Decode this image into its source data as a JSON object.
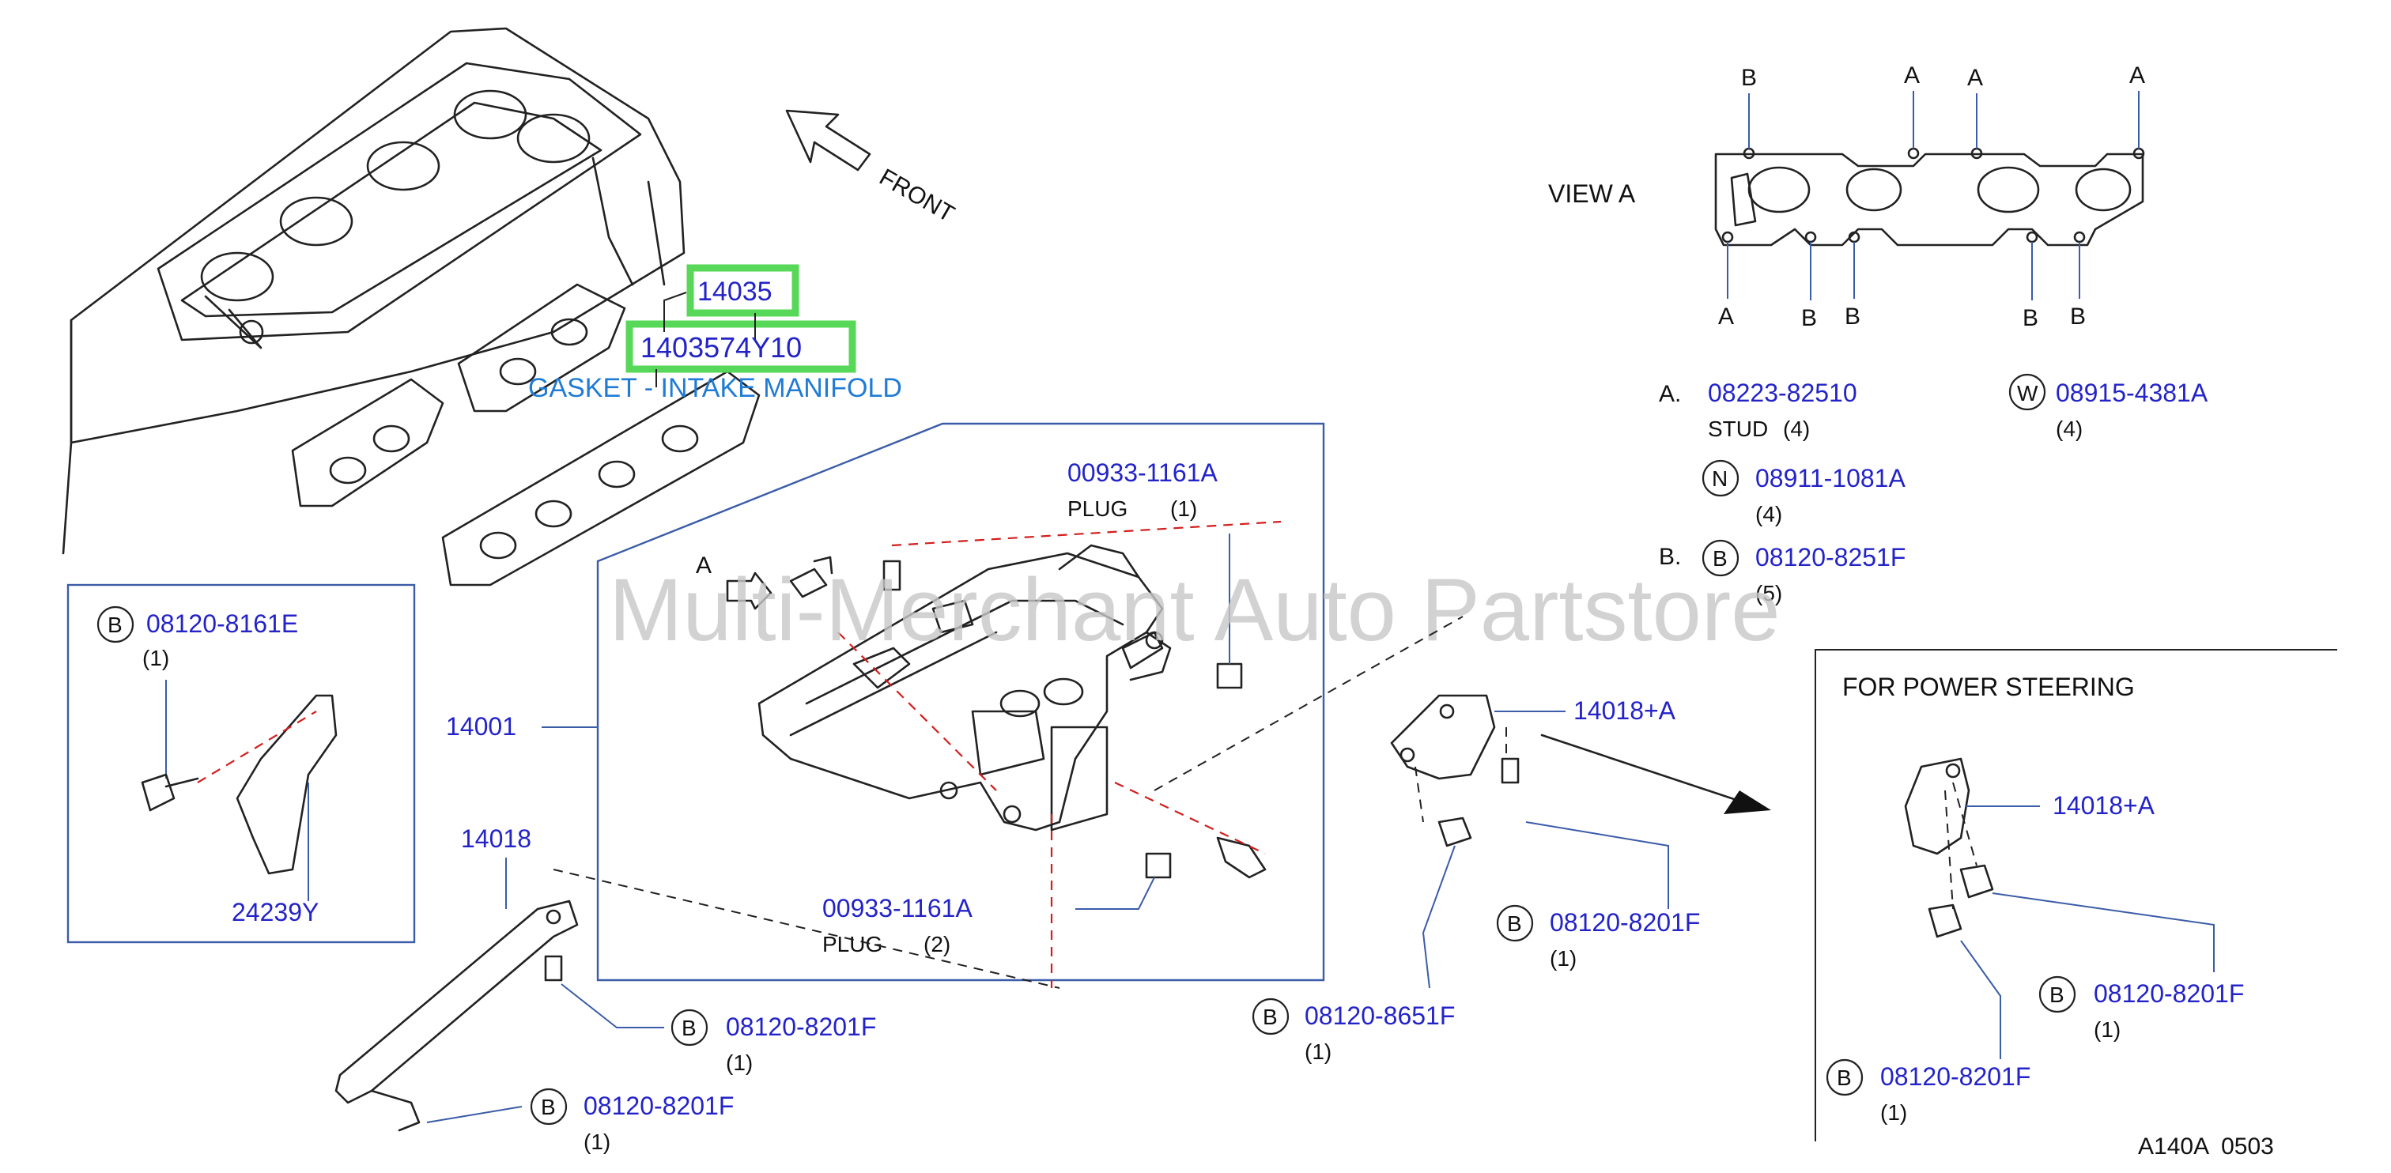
{
  "front_label": "FRONT",
  "view_a": {
    "title": "VIEW  A",
    "callouts_top": [
      "B",
      "A",
      "A",
      "A"
    ],
    "callouts_bottom": [
      "A",
      "B",
      "B",
      "B",
      "B"
    ]
  },
  "highlights": {
    "part_1": "14035",
    "part_2": "1403574Y10",
    "gasket_name": "GASKET - INTAKE MANIFOLD"
  },
  "legend": {
    "a_prefix": "A.",
    "a_part": "08223-82510",
    "a_desc": "STUD",
    "a_qty": "(4)",
    "w_symbol": "W",
    "w_part": "08915-4381A",
    "w_qty": "(4)",
    "n_symbol": "N",
    "n_part": "08911-1081A",
    "n_qty": "(4)",
    "b_prefix": "B.",
    "b_symbol": "B",
    "b_part": "08120-8251F",
    "b_qty": "(5)"
  },
  "watermark": "Multi-Merchant Auto Partstore",
  "view_marker": "A",
  "plug_top": {
    "part": "00933-1161A",
    "desc": "PLUG",
    "qty": "(1)"
  },
  "plug_bottom": {
    "part": "00933-1161A",
    "desc": "PLUG",
    "qty": "(2)"
  },
  "left_box": {
    "symbol": "B",
    "bolt_part": "08120-8161E",
    "bolt_qty": "(1)",
    "bracket_part": "24239Y"
  },
  "manifold_part": "14001",
  "stay_part": "14018",
  "stay_bolt_1": {
    "symbol": "B",
    "part": "08120-8201F",
    "qty": "(1)"
  },
  "stay_bolt_2": {
    "symbol": "B",
    "part": "08120-8201F",
    "qty": "(1)"
  },
  "bracket_part": "14018+A",
  "bracket_bolt_1": {
    "symbol": "B",
    "part": "08120-8201F",
    "qty": "(1)"
  },
  "bracket_bolt_2": {
    "symbol": "B",
    "part": "08120-8651F",
    "qty": "(1)"
  },
  "power_steering": {
    "title": "FOR  POWER  STEERING",
    "bracket_part": "14018+A",
    "bolt_1": {
      "symbol": "B",
      "part": "08120-8201F",
      "qty": "(1)"
    },
    "bolt_2": {
      "symbol": "B",
      "part": "08120-8201F",
      "qty": "(1)"
    }
  },
  "diagram_code": "A140A  0503",
  "colors": {
    "part_number": "#2323c8",
    "leader": "#3b5ca8",
    "highlight": "#58d858",
    "centerline": "#d21e1e",
    "watermark": "#c8c8c8"
  }
}
